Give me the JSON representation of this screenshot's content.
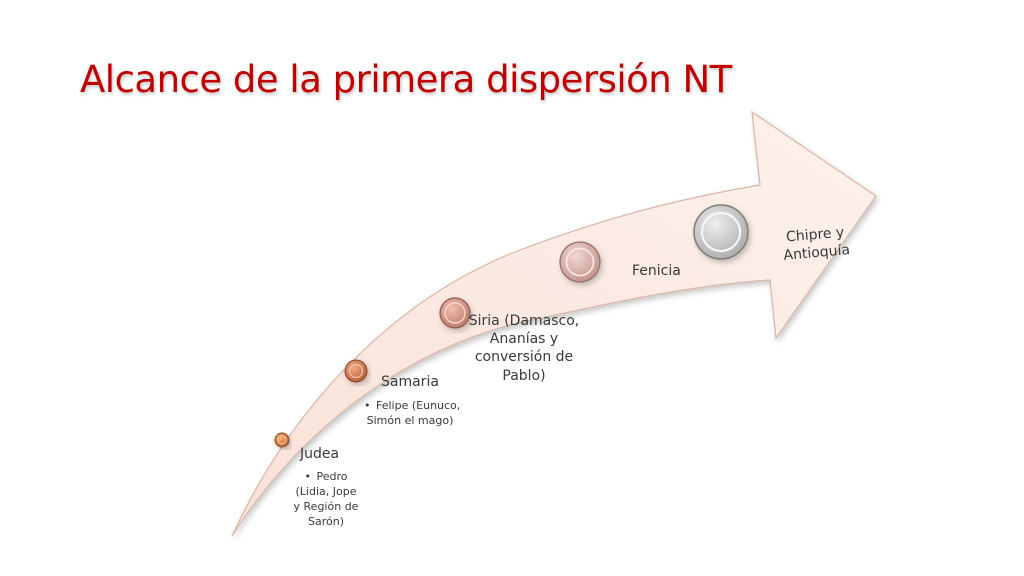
{
  "slide": {
    "title": "Alcance de la primera dispersión NT"
  },
  "colors": {
    "title": "#c00000",
    "arrow_fill": "#fdeee8",
    "arrow_stroke": "#d8b6a8",
    "node_1": "#c8733a",
    "node_2": "#c56c42",
    "node_3": "#c98c7c",
    "node_4": "#d6b0aa",
    "node_5": "#c9c9c9"
  },
  "steps": [
    {
      "label_lines": [
        "Judea"
      ],
      "detail_lines": [
        "Pedro",
        "(Lidia, Jope",
        "y Región de",
        "Sarón)"
      ]
    },
    {
      "label_lines": [
        "Samaria"
      ],
      "detail_lines": [
        "Felipe (Eunuco,",
        "Simón el mago)"
      ]
    },
    {
      "label_lines": [
        "Siria (Damasco,",
        "Ananías y",
        "conversión de",
        "Pablo)"
      ]
    },
    {
      "label_lines": [
        "Fenicia"
      ]
    },
    {
      "label_lines": [
        "Chipre y",
        "Antioquía"
      ]
    }
  ]
}
